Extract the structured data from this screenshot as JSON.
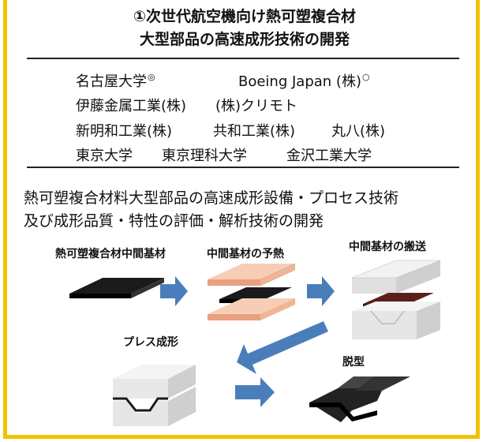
{
  "title": {
    "line1": "①次世代航空機向け熱可塑複合材",
    "line2": "大型部品の高速成形技術の開発"
  },
  "organizations": {
    "row1_a": "名古屋大学",
    "row1_a_mark": "◎",
    "row1_b": "Boeing Japan (株)",
    "row1_b_mark": "○",
    "row2_a": "伊藤金属工業(株)",
    "row2_b": "(株)クリモト",
    "row3_a": "新明和工業(株)",
    "row3_b": "共和工業(株)",
    "row3_c": "丸八(株)",
    "row4_a": "東京大学",
    "row4_b": "東京理科大学",
    "row4_c": "金沢工業大学"
  },
  "description": {
    "line1": "熱可塑複合材料大型部品の高速成形設備・プロセス技術",
    "line2": "及び成形品質・特性の評価・解析技術の開発"
  },
  "process_steps": {
    "step1": "熱可塑複合材中間基材",
    "step2": "中間基材の予熱",
    "step3": "中間基材の搬送",
    "step4": "プレス成形",
    "step5": "脱型"
  },
  "colors": {
    "border": "#f2c200",
    "arrow": "#4a7ebb",
    "heater": "#f0b89a",
    "sheet": "#1a1a1a",
    "mold": "#e6e6e6"
  }
}
